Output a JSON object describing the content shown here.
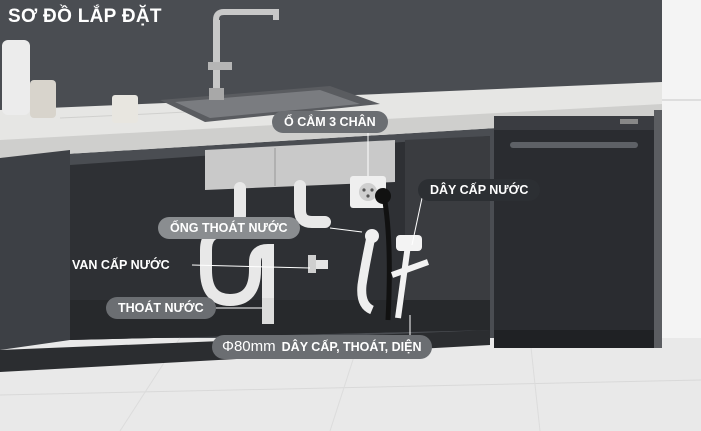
{
  "title": "SƠ ĐỒ LẮP ĐẶT",
  "labels": {
    "power_socket": "Ổ CẮM 3 CHÂN",
    "water_supply_hose": "DÂY CẤP NƯỚC",
    "drain_pipe": "ỐNG THOÁT NƯỚC",
    "water_valve": "VAN CẤP NƯỚC",
    "drain": "THOÁT NƯỚC",
    "hole_diameter": "Φ80mm",
    "hole_description": "DÂY CẤP, THOÁT, DIỆN"
  },
  "colors": {
    "wall": "#4a4d52",
    "countertop": "#e6e6e4",
    "cabinet_inner": "#2e3034",
    "floor": "#e9e9e9",
    "dishwasher": "#2a2c30",
    "label_pill": "#6b6e72",
    "label_pill_dark": "#2c2f33",
    "leader_line": "#ffffff"
  },
  "icons": [
    "faucet-icon",
    "sink-icon",
    "socket-icon",
    "valve-icon",
    "dishwasher-icon"
  ]
}
